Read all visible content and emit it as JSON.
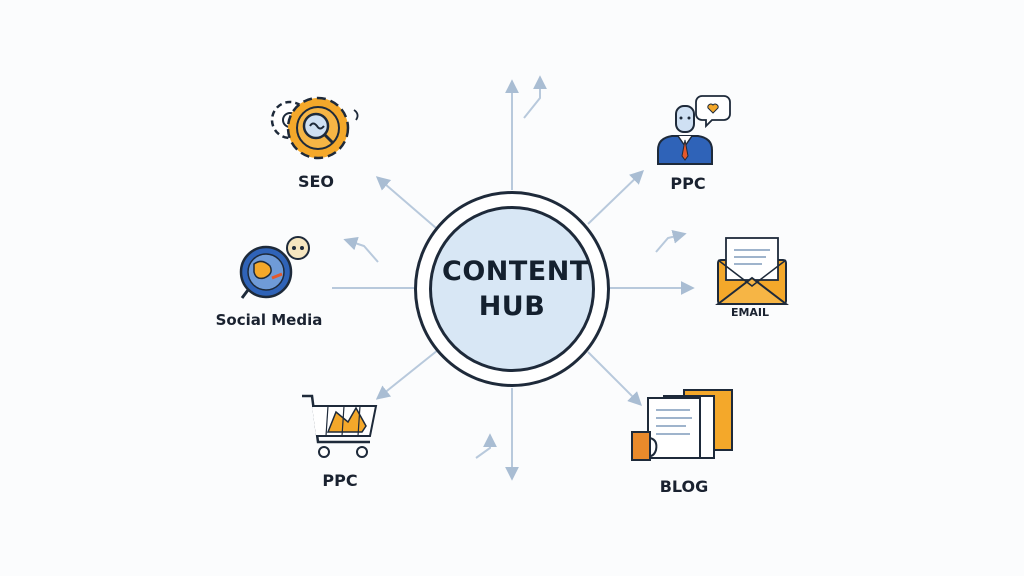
{
  "hub": {
    "title": "CONTENT HUB"
  },
  "nodes": {
    "seo": {
      "label": "SEO",
      "icon": "gear-icon"
    },
    "ppc_top": {
      "label": "PPC",
      "icon": "person-icon"
    },
    "social": {
      "label": "Social Media",
      "icon": "globe-icon"
    },
    "email": {
      "label": "EMAIL",
      "icon": "envelope-icon"
    },
    "ppc_bottom": {
      "label": "PPC",
      "icon": "shopping-cart-icon"
    },
    "blog": {
      "label": "BLOG",
      "icon": "documents-icon"
    }
  },
  "colors": {
    "accent_orange": "#f4a82a",
    "accent_blue": "#2f63b8",
    "arrow": "#b8c9dc",
    "outline": "#1e2a3a"
  }
}
